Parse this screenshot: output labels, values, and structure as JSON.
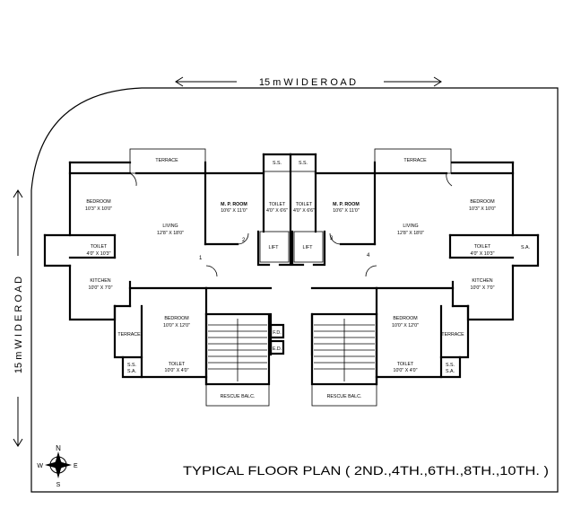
{
  "road_top": "15 m  W I D E  R O A D",
  "road_left": "15 m  W I D E  R O A D",
  "caption": "TYPICAL FLOOR PLAN ( 2ND.,4TH.,6TH.,8TH.,10TH. )",
  "compass": {
    "n": "N",
    "s": "S",
    "e": "E",
    "w": "W"
  },
  "rooms": {
    "terrace_top_left": "TERRACE",
    "terrace_top_right": "TERRACE",
    "ss_top_left": "S.S.",
    "ss_top_right": "S.S.",
    "bedroom_left": {
      "name": "BEDROOM",
      "size": "10'3\" X 10'0\""
    },
    "bedroom_right": {
      "name": "BEDROOM",
      "size": "10'3\" X 10'0\""
    },
    "mp_room_left": {
      "name": "M. P. ROOM",
      "size": "10'6\" X 11'0\""
    },
    "mp_room_right": {
      "name": "M. P. ROOM",
      "size": "10'6\" X 11'0\""
    },
    "toilet_center_left": {
      "name": "TOILET",
      "size": "4'0\" X 6'6\""
    },
    "toilet_center_right": {
      "name": "TOILET",
      "size": "4'0\" X 6'6\""
    },
    "living_left": {
      "name": "LIVING",
      "size": "12'8\" X 18'0\""
    },
    "living_right": {
      "name": "LIVING",
      "size": "12'8\" X 18'0\""
    },
    "toilet_side_left": {
      "name": "TOILET",
      "size": "4'0\" X 10'3\""
    },
    "toilet_side_right": {
      "name": "TOILET",
      "size": "4'0\" X 10'3\""
    },
    "sa_right": "S.A.",
    "kitchen_left": {
      "name": "KITCHEN",
      "size": "10'0\" X 7'0\""
    },
    "kitchen_right": {
      "name": "KITCHEN",
      "size": "10'0\" X 7'0\""
    },
    "lift_left": "LIFT",
    "lift_right": "LIFT",
    "door_1": "1",
    "door_2": "2",
    "door_3": "3",
    "door_4": "4",
    "bedroom_lower_left": {
      "name": "BEDROOM",
      "size": "10'0\" X 12'0\""
    },
    "bedroom_lower_right": {
      "name": "BEDROOM",
      "size": "10'0\" X 12'0\""
    },
    "terrace_lower_left": "TERRACE",
    "terrace_lower_right": "TERRACE",
    "fd": "F.D.",
    "ed": "E.D.",
    "ss_lower_left": "S.S.",
    "sa_lower_left": "S.A.",
    "ss_lower_right": "S.S.",
    "sa_lower_right": "S.A.",
    "toilet_lower_left": {
      "name": "TOILET",
      "size": "10'0\" X 4'0\""
    },
    "toilet_lower_right": {
      "name": "TOILET",
      "size": "10'0\" X 4'0\""
    },
    "rescue_left": "RESCUE BALC.",
    "rescue_right": "RESCUE BALC."
  }
}
